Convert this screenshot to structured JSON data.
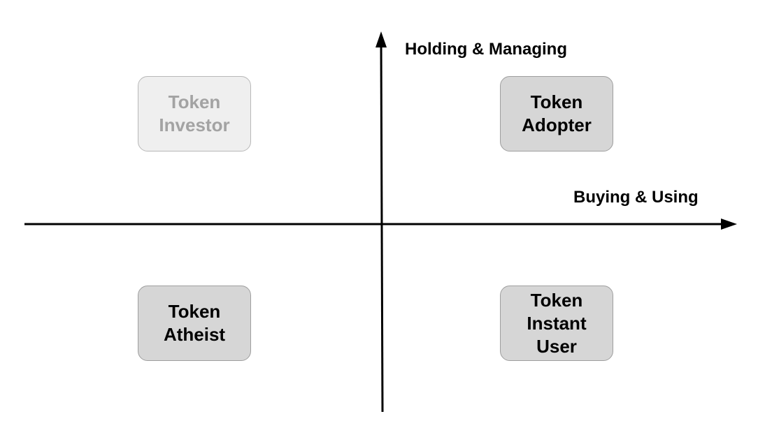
{
  "axes": {
    "vertical_label": "Holding & Managing",
    "horizontal_label": "Buying & Using"
  },
  "quadrants": {
    "top_left": {
      "lines": [
        "Token",
        "Investor"
      ],
      "style": "faded"
    },
    "top_right": {
      "lines": [
        "Token",
        "Adopter"
      ],
      "style": "filled"
    },
    "bottom_left": {
      "lines": [
        "Token",
        "Atheist"
      ],
      "style": "filled"
    },
    "bottom_right": {
      "lines": [
        "Token",
        "Instant",
        "User"
      ],
      "style": "filled"
    }
  },
  "colors": {
    "axis": "#000000",
    "box_fill": "#d6d6d6",
    "box_fill_faded": "#efefef",
    "text_faded": "#a3a3a3"
  }
}
